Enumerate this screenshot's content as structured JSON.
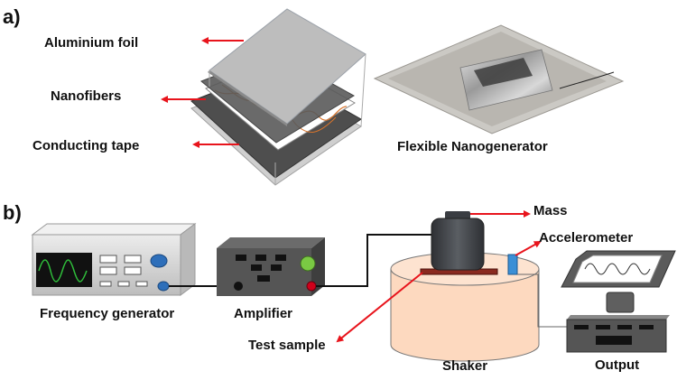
{
  "panels": {
    "a": {
      "tag": "a)",
      "labels": {
        "aluminium_foil": "Aluminium foil",
        "nanofibers": "Nanofibers",
        "conducting_tape": "Conducting tape",
        "flexible_nanogenerator": "Flexible Nanogenerator"
      }
    },
    "b": {
      "tag": "b)",
      "labels": {
        "frequency_generator": "Frequency generator",
        "amplifier": "Amplifier",
        "mass": "Mass",
        "accelerometer": "Accelerometer",
        "test_sample": "Test sample",
        "shaker": "Shaker",
        "output": "Output"
      }
    }
  },
  "colors": {
    "arrow": "#e8141c",
    "foil": "#bdbdbd",
    "tape": "#5a5a5a",
    "fiber": "#d9742b",
    "shaker_body": "#fdd9bf",
    "device_grey": "#c9c9c9",
    "device_dark": "#555555",
    "wave_green": "#2fbf3b",
    "knob_blue": "#2e6fba",
    "knob_green": "#7ac943",
    "jack_red": "#d0001a",
    "sample": "#8a2a20",
    "accelerometer": "#3b8fd6",
    "mass": "#44474c"
  }
}
